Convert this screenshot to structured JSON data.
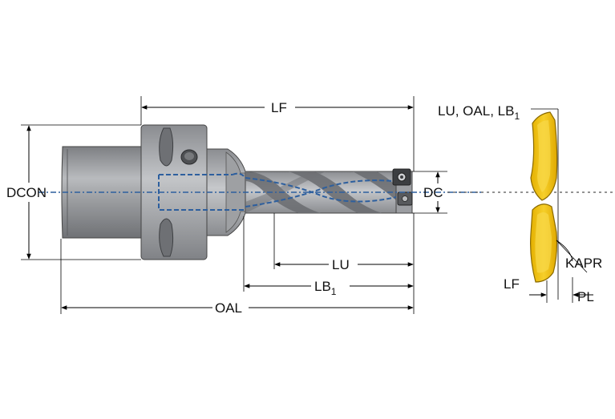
{
  "labels": {
    "lf_top": "LF",
    "lu_oal_lb1_head": "LU, OAL, LB",
    "lu_oal_lb1_sub": "1",
    "dcon": "DCON",
    "dc": "DC",
    "lu": "LU",
    "lb1_head": "LB",
    "lb1_sub": "1",
    "oal": "OAL",
    "kapr": "KAPR",
    "lf_insert": "LF",
    "pl": "PL"
  },
  "colors": {
    "body_gray": "#a3a5a8",
    "shank_gray": "#8c8e92",
    "coolant_blue": "#2d5f9e",
    "insert_yellow": "#f2c51a",
    "insert_dark": "#c89a00"
  }
}
